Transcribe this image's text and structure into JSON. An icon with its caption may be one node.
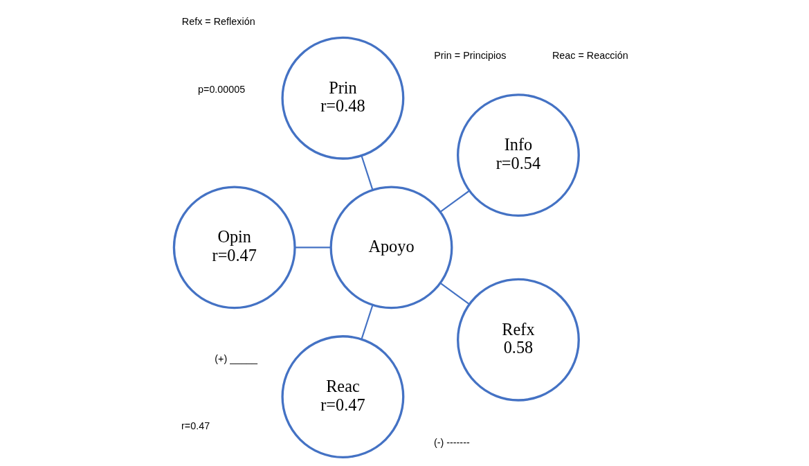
{
  "diagram": {
    "nodes": [
      {
        "text": [
          "Apoyo"
        ]
      },
      {
        "text": [
          "Info",
          "r=0.54"
        ]
      },
      {
        "text": [
          "Prin",
          "r=0.48"
        ]
      },
      {
        "text": [
          "Opin",
          "r=0.47"
        ]
      },
      {
        "text": [
          "Reac",
          "r=0.47"
        ]
      },
      {
        "text": [
          "Refx",
          "0.58"
        ]
      }
    ],
    "edges": [
      {
        "from": 0,
        "to": 1,
        "arrow": "none"
      },
      {
        "from": 0,
        "to": 2,
        "arrow": "none"
      },
      {
        "from": 0,
        "to": 3,
        "arrow": "none"
      },
      {
        "from": 0,
        "to": 4,
        "arrow": "none"
      },
      {
        "from": 0,
        "to": 5,
        "arrow": "none"
      }
    ],
    "labels": [
      "p=0.00005",
      "r=0.47",
      "(+) _____",
      "(-) -------",
      "Prin = Principios",
      "Reac = Reacción",
      "Refx = Reflexión"
    ]
  }
}
